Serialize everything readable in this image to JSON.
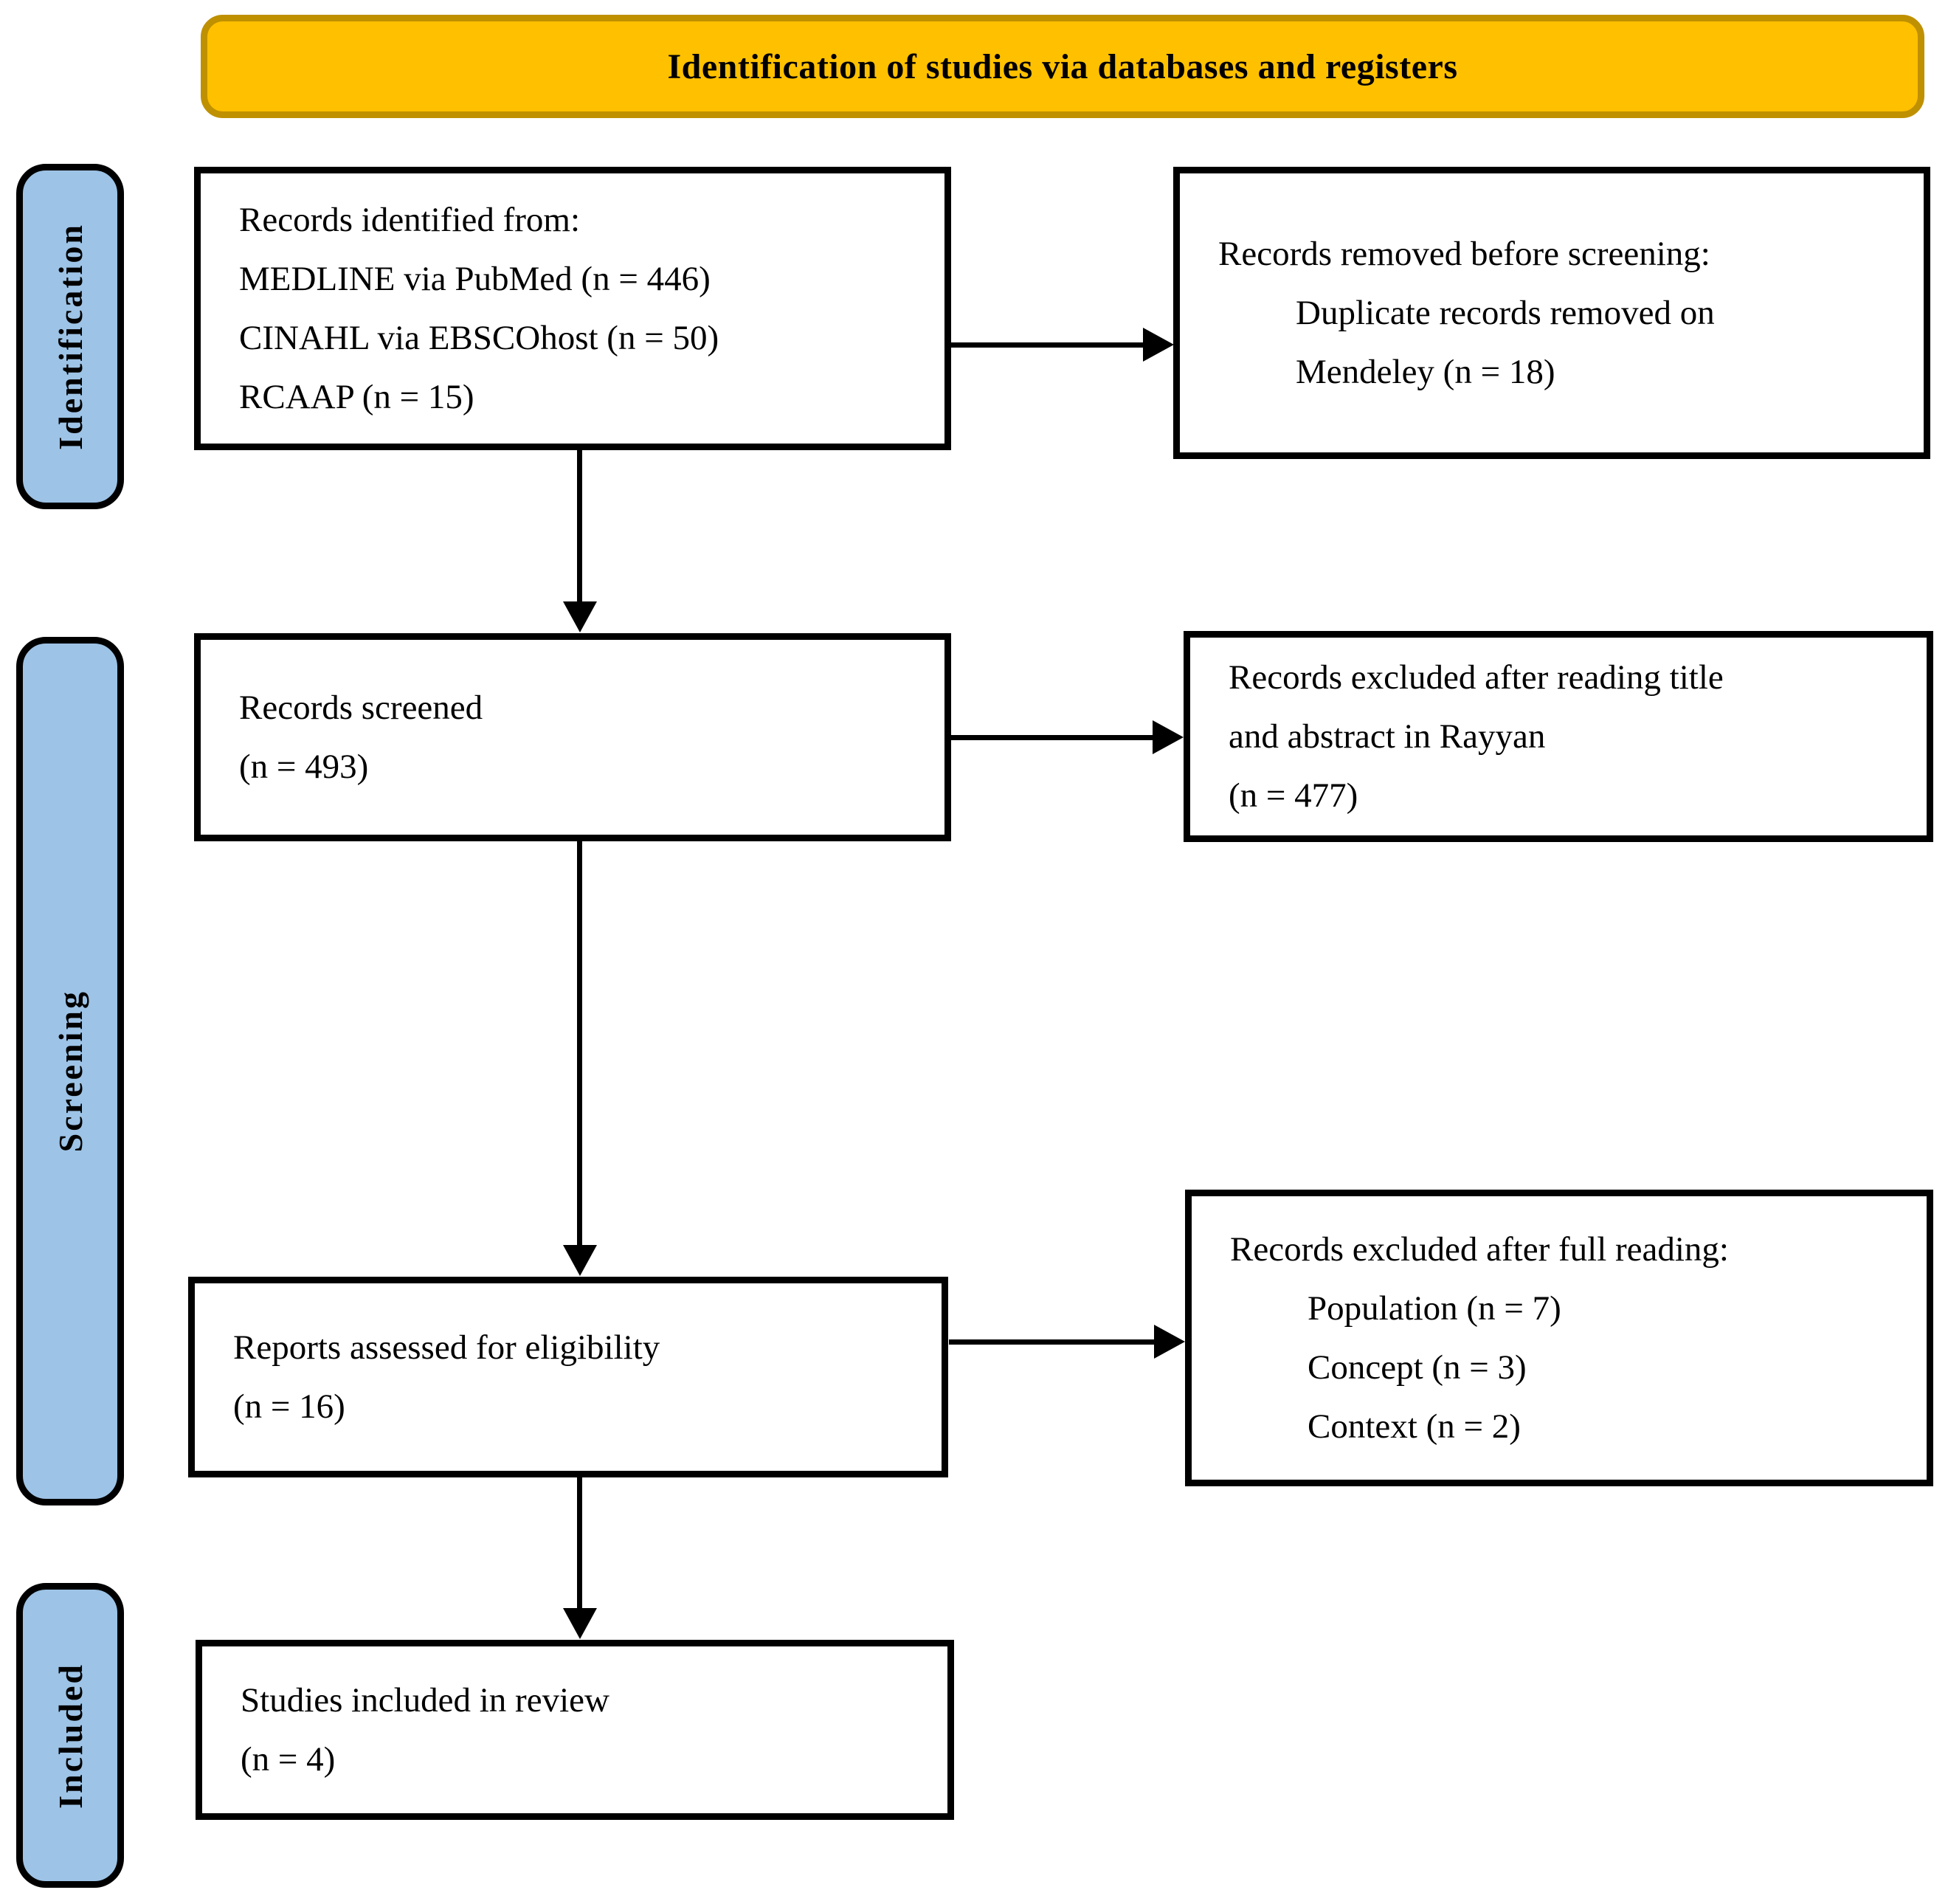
{
  "banner": {
    "title": "Identification of studies via databases and registers"
  },
  "stages": [
    {
      "label": "Identification"
    },
    {
      "label": "Screening"
    },
    {
      "label": "Included"
    }
  ],
  "boxes": {
    "records_identified": {
      "lines": [
        "Records identified from:",
        "MEDLINE via PubMed (n = 446)",
        "CINAHL via EBSCOhost (n = 50)",
        "RCAAP (n = 15)"
      ]
    },
    "records_removed": {
      "lines": [
        "Records removed before screening:",
        "Duplicate records removed on",
        "Mendeley (n = 18)"
      ]
    },
    "records_screened": {
      "lines": [
        "Records screened",
        "(n = 493)"
      ]
    },
    "records_excluded_title_abstract": {
      "lines": [
        "Records excluded after reading title",
        "and abstract in Rayyan",
        "(n = 477)"
      ]
    },
    "reports_assessed": {
      "lines": [
        "Reports assessed for eligibility",
        "(n = 16)"
      ]
    },
    "records_excluded_full_reading": {
      "lines": [
        "Records excluded after full reading:",
        "Population (n = 7)",
        "Concept (n = 3)",
        "Context (n = 2)"
      ]
    },
    "studies_included": {
      "lines": [
        "Studies included in review",
        "(n = 4)"
      ]
    }
  },
  "colors": {
    "banner_fill": "#FFC000",
    "banner_border": "#BF9000",
    "stage_fill": "#9DC3E6",
    "ink": "#000000"
  }
}
